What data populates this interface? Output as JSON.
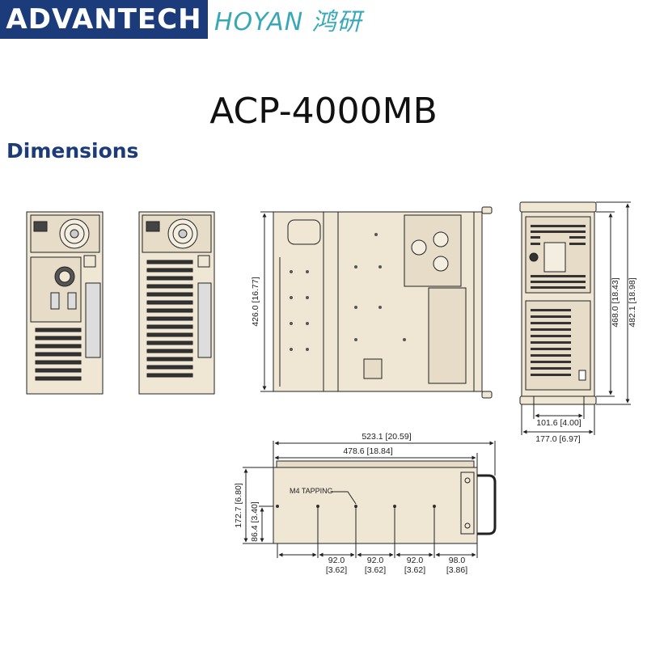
{
  "brand": {
    "advantech": "ADVANTECH",
    "hoyan": "HOYAN 鸿研"
  },
  "title": "ACP-4000MB",
  "section_title": "Dimensions",
  "colors": {
    "chassis": "#efe6d4",
    "line": "#222222",
    "brand_blue": "#1b3b7a",
    "hoyan_teal": "#38a8b8"
  },
  "dimensions": {
    "top_depth": "426.0 [16.77]",
    "front_height_outer": "482.1 [18.98]",
    "front_height_inner": "468.0 [18.43]",
    "front_width_inner": "101.6 [4.00]",
    "front_width_outer": "177.0 [6.97]",
    "side_len_outer": "523.1 [20.59]",
    "side_len_inner": "478.6 [18.84]",
    "side_h_outer": "172.7 [6.80]",
    "side_h_inner": "86.4 [3.40]",
    "m4": "M4 TAPPING",
    "s1a": "92.0",
    "s1b": "[3.62]",
    "s2a": "92.0",
    "s2b": "[3.62]",
    "s3a": "92.0",
    "s3b": "[3.62]",
    "s4a": "98.0",
    "s4b": "[3.86]"
  }
}
